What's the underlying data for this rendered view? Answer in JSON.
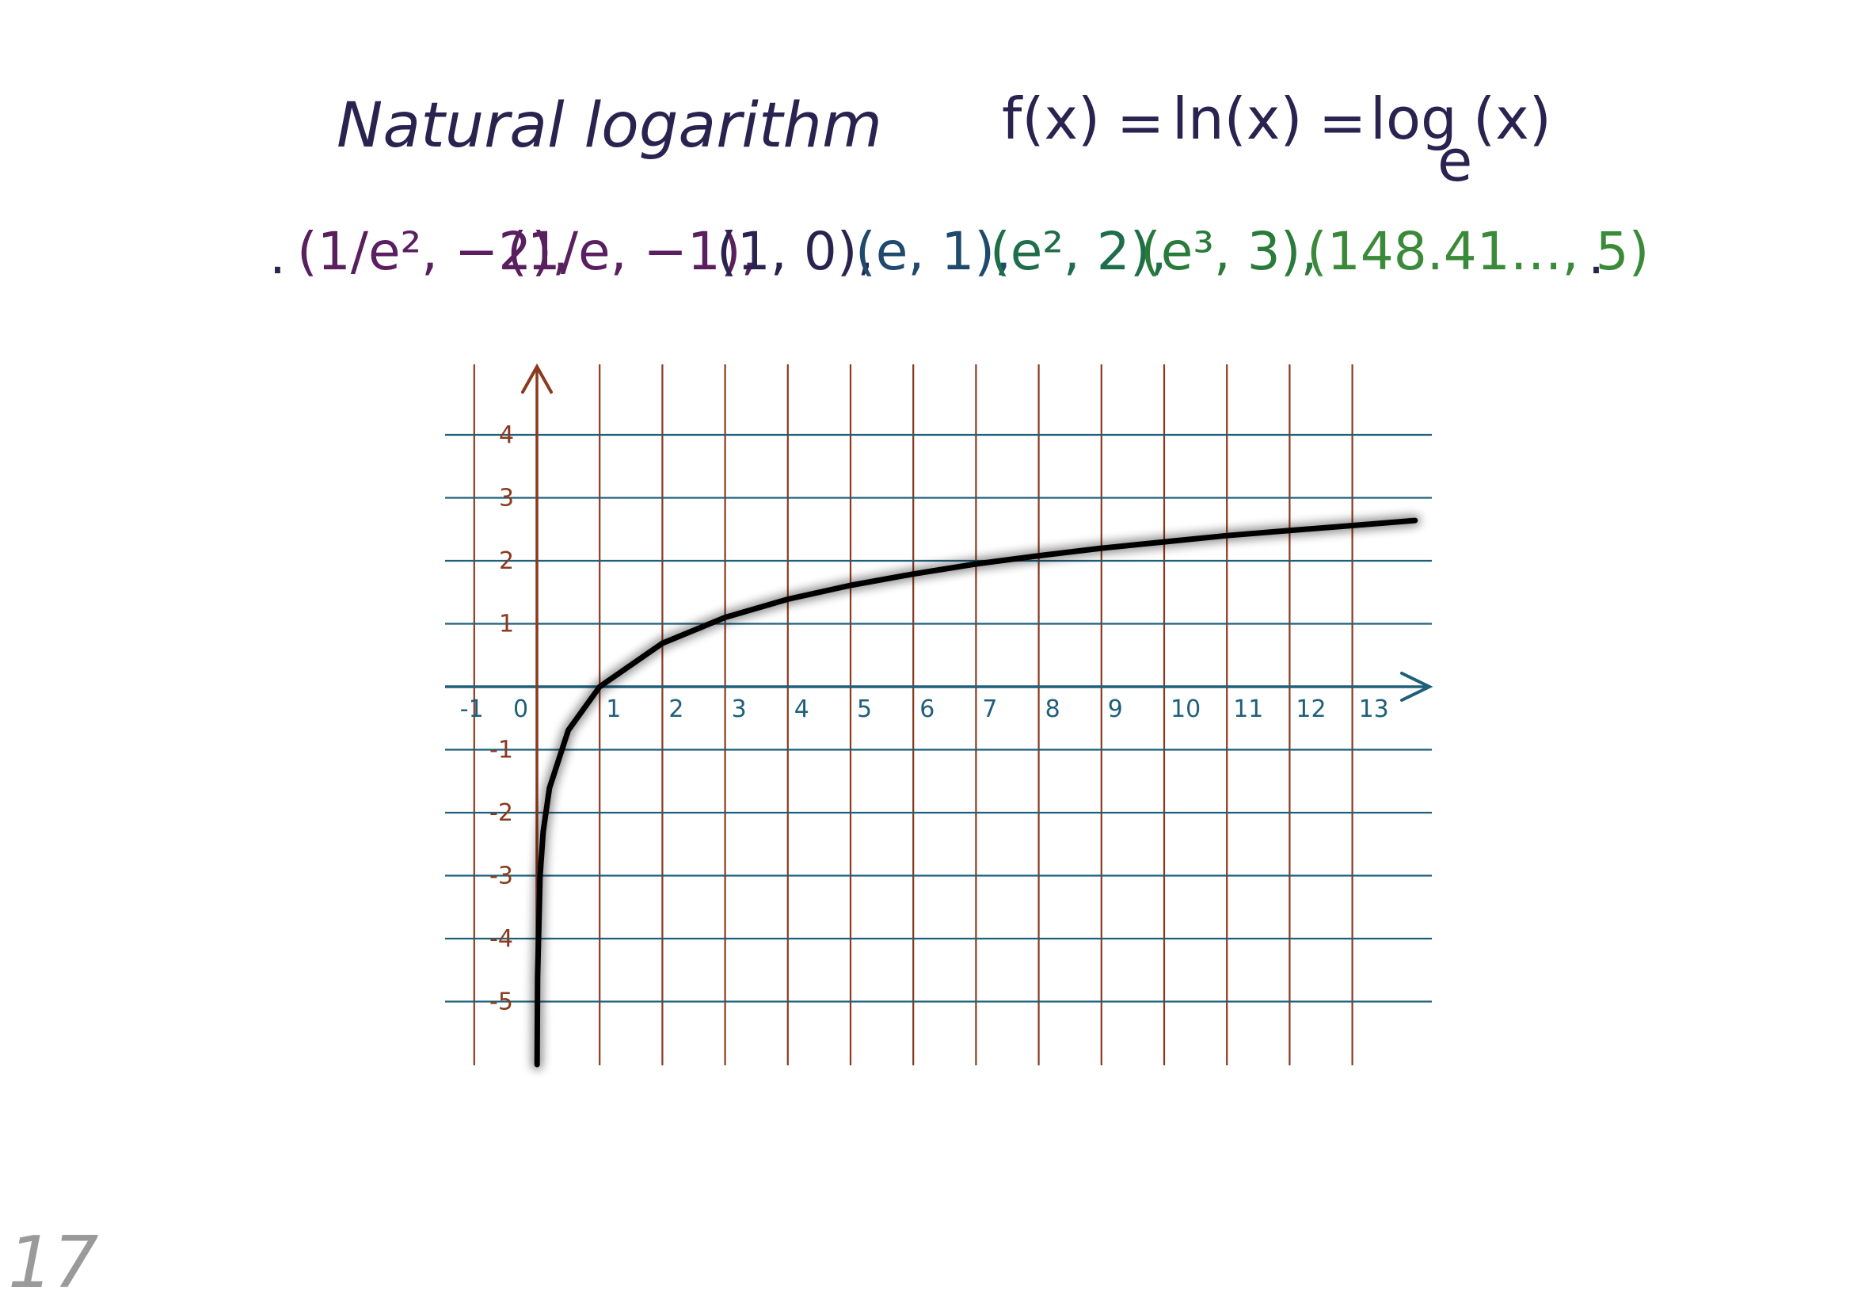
{
  "title": "Natural logarithm",
  "formula": {
    "lhs": "f(x)",
    "mid": "ln(x)",
    "rhs_log": "log",
    "rhs_base": "e",
    "rhs_arg": "(x)",
    "eq": "="
  },
  "points_row": {
    "lead_dot": ".",
    "trail_dot": ".",
    "items": [
      {
        "text": "(1/e², −2)",
        "color": "#5a1f5e"
      },
      {
        "text": "(1/e, −1)",
        "color": "#5a1f5e"
      },
      {
        "text": "(1, 0)",
        "color": "#2a2350"
      },
      {
        "text": "(e, 1)",
        "color": "#1f4a6e"
      },
      {
        "text": "(e², 2)",
        "color": "#1f6e4a"
      },
      {
        "text": "(e³, 3)",
        "color": "#2a7a3a"
      },
      {
        "text": "(148.41…, 5)",
        "color": "#3a8a3a"
      }
    ],
    "separator": ","
  },
  "colors": {
    "vertical_grid": "#8a3a1e",
    "horizontal_grid": "#1f5f7a",
    "curve": "#000000",
    "title_ink": "#2a2350"
  },
  "page_number": "17",
  "chart_data": {
    "type": "line",
    "title": "",
    "xlabel": "",
    "ylabel": "",
    "xlim": [
      -1,
      14
    ],
    "ylim": [
      -6,
      5
    ],
    "grid": true,
    "x_ticks": [
      "-1",
      "0",
      "1",
      "2",
      "3",
      "4",
      "5",
      "6",
      "7",
      "8",
      "9",
      "10",
      "11",
      "12",
      "13"
    ],
    "y_ticks": [
      "4",
      "3",
      "2",
      "1",
      "-1",
      "-2",
      "-3",
      "-4",
      "-5"
    ],
    "series": [
      {
        "function": "ln(x)",
        "x": [
          0.0025,
          0.01,
          0.05,
          0.1,
          0.2,
          0.5,
          1,
          2,
          3,
          4,
          5,
          6,
          7,
          8,
          9,
          10,
          11,
          12,
          13,
          14
        ],
        "y": [
          -6,
          -4.61,
          -3.0,
          -2.3,
          -1.61,
          -0.69,
          0,
          0.69,
          1.1,
          1.39,
          1.61,
          1.79,
          1.95,
          2.08,
          2.2,
          2.3,
          2.4,
          2.48,
          2.56,
          2.64
        ]
      }
    ]
  }
}
